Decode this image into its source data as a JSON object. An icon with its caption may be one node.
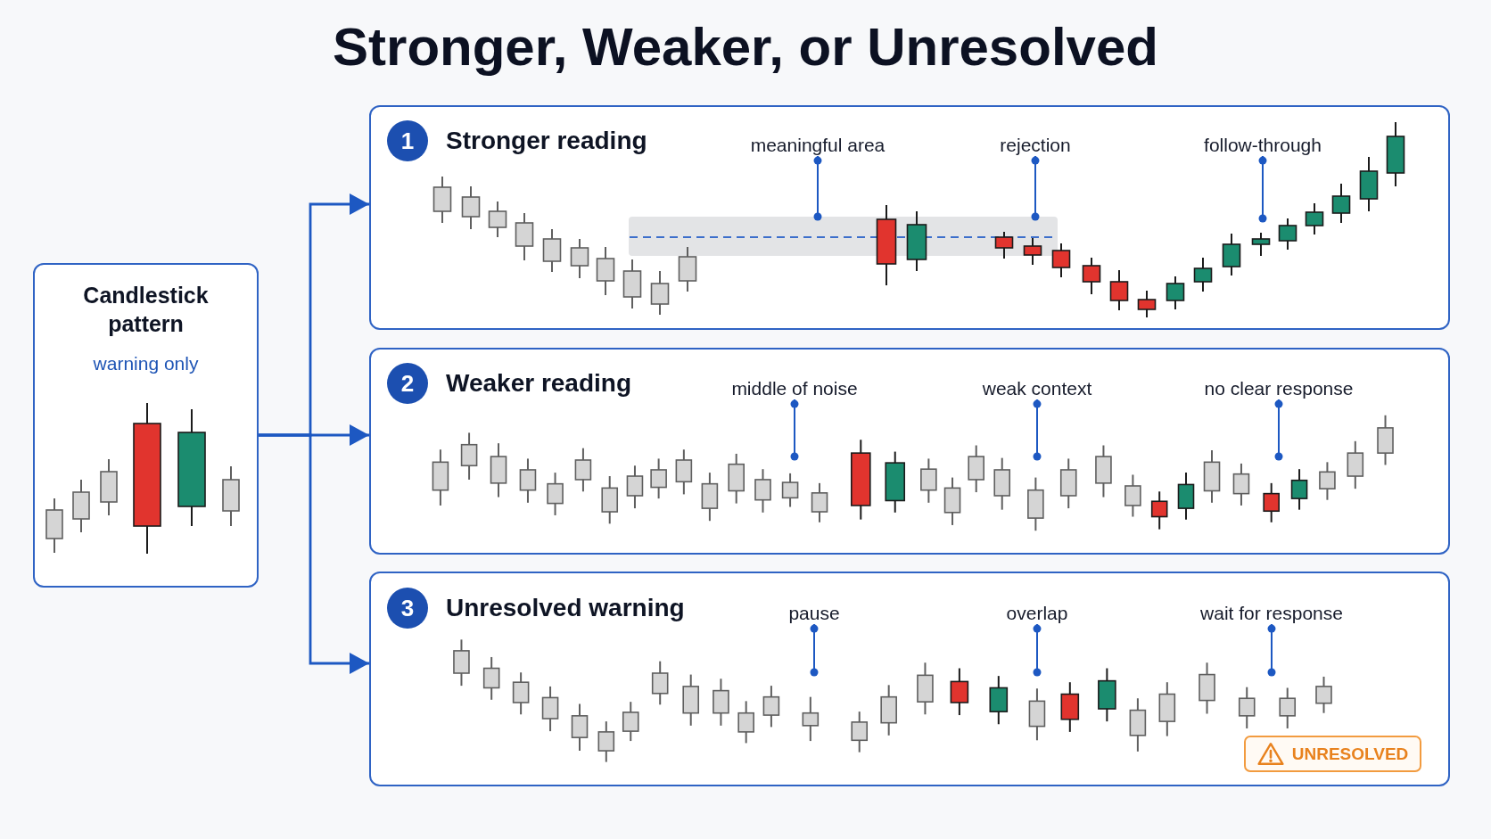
{
  "diagram": {
    "title": "Stronger, Weaker, or Unresolved",
    "nodes": [
      {
        "text": [
          "Candlestick pattern",
          "warning only"
        ]
      },
      {
        "text": [
          "Stronger reading"
        ]
      },
      {
        "text": [
          "1"
        ],
        "in": 1
      },
      {
        "text": [
          "meaningful area"
        ],
        "in": 1
      },
      {
        "text": [
          "rejection"
        ],
        "in": 1
      },
      {
        "text": [
          "follow-through"
        ],
        "in": 1
      },
      {
        "text": [],
        "shape": "band",
        "in": 1
      },
      {
        "text": [
          "Weaker reading"
        ]
      },
      {
        "text": [
          "2"
        ],
        "in": 7
      },
      {
        "text": [
          "middle of noise"
        ],
        "in": 7
      },
      {
        "text": [
          "weak context"
        ],
        "in": 7
      },
      {
        "text": [
          "no clear response"
        ],
        "in": 7
      },
      {
        "text": [
          "Unresolved warning"
        ]
      },
      {
        "text": [
          "3"
        ],
        "in": 12
      },
      {
        "text": [
          "pause"
        ],
        "in": 12
      },
      {
        "text": [
          "overlap"
        ],
        "in": 12
      },
      {
        "text": [
          "wait for response"
        ],
        "in": 12
      },
      {
        "text": [
          "UNRESOLVED"
        ],
        "in": 12
      }
    ],
    "edges": [
      {
        "from": 0,
        "to": 1,
        "arrow": "to"
      },
      {
        "from": 0,
        "to": 7,
        "arrow": "to"
      },
      {
        "from": 0,
        "to": 12,
        "arrow": "to"
      },
      {
        "from": 3,
        "to": 6,
        "arrow": "other"
      },
      {
        "from": 4,
        "to": 6,
        "arrow": "other"
      },
      {
        "from": 5,
        "to": null,
        "arrow": "other"
      },
      {
        "from": 9,
        "to": null,
        "arrow": "other"
      },
      {
        "from": 10,
        "to": null,
        "arrow": "other"
      },
      {
        "from": 11,
        "to": null,
        "arrow": "other"
      },
      {
        "from": 14,
        "to": null,
        "arrow": "other"
      },
      {
        "from": 15,
        "to": null,
        "arrow": "other"
      },
      {
        "from": 16,
        "to": null,
        "arrow": "other"
      }
    ]
  }
}
